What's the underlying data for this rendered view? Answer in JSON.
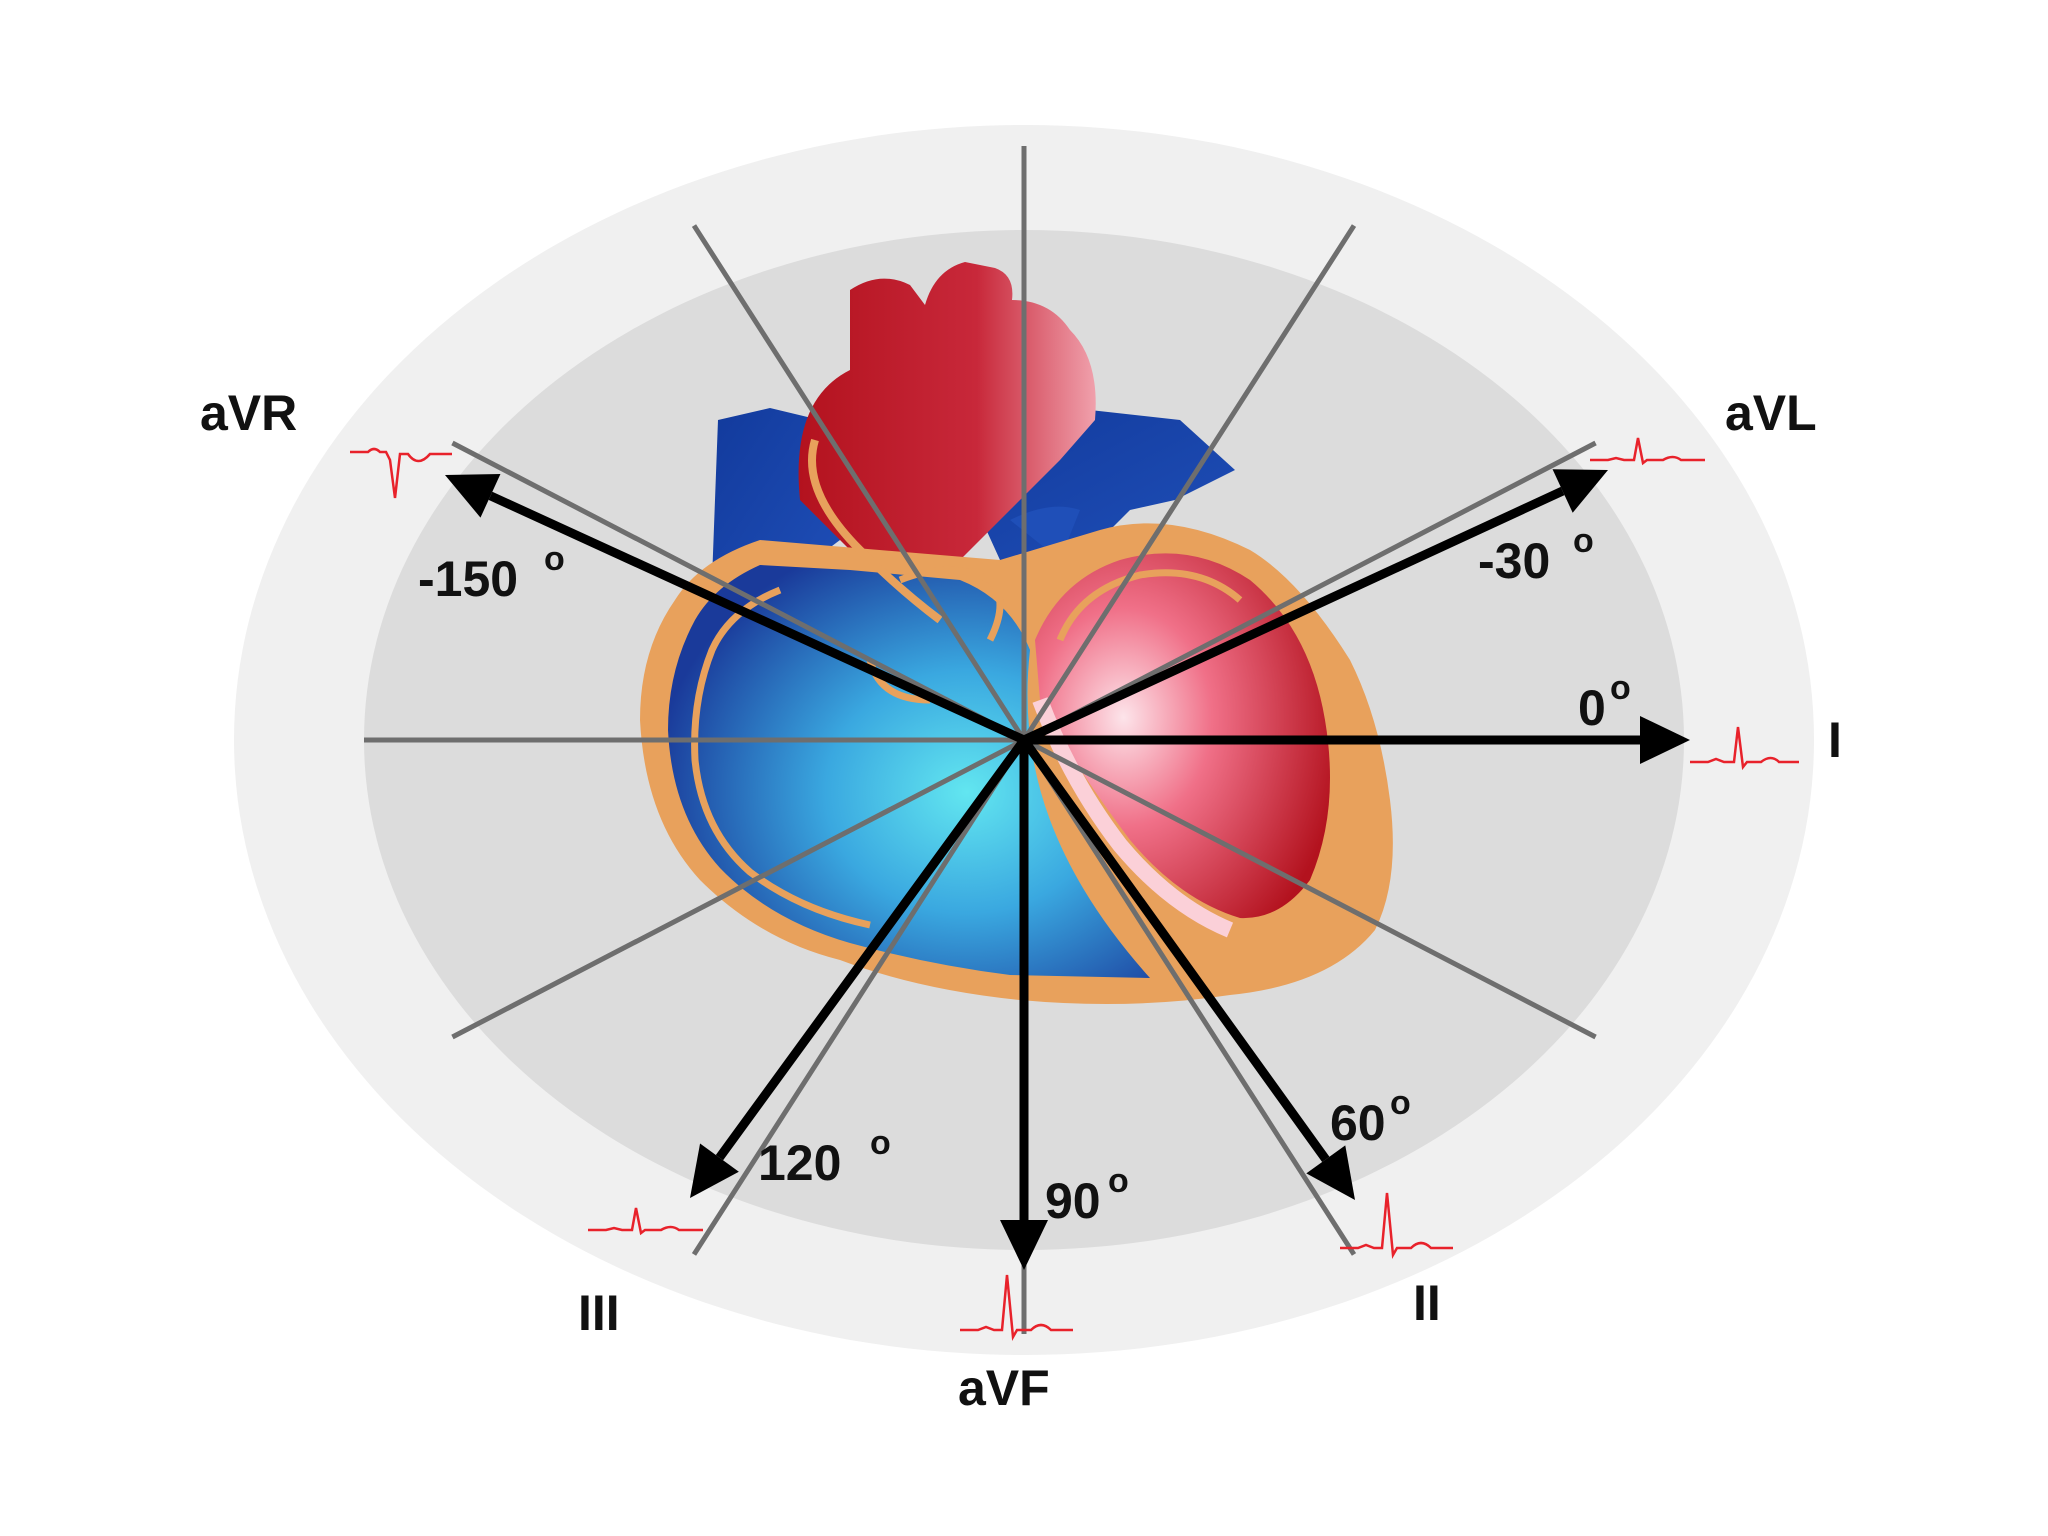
{
  "colors": {
    "outer_ellipse": "#f0f0f0",
    "inner_ellipse": "#dcdcdc",
    "ecg_trace": "#e8222b",
    "arrow": "#000000",
    "grid_line": "#6e6e6e",
    "heart_red": "#b3121e",
    "heart_pink": "#f7a6b6",
    "heart_blue": "#1a3a9a",
    "heart_cyan": "#5fe0ee",
    "heart_orange": "#e8a15c"
  },
  "leads": [
    {
      "id": "I",
      "label": "I",
      "angle_text": "0",
      "trace": "upright"
    },
    {
      "id": "II",
      "label": "II",
      "angle_text": "60",
      "trace": "tall"
    },
    {
      "id": "aVF",
      "label": "aVF",
      "angle_text": "90",
      "trace": "tall"
    },
    {
      "id": "III",
      "label": "III",
      "angle_text": "120",
      "trace": "small"
    },
    {
      "id": "aVR",
      "label": "aVR",
      "angle_text": "-150",
      "trace": "inverted"
    },
    {
      "id": "aVL",
      "label": "aVL",
      "angle_text": "-30",
      "trace": "small"
    }
  ],
  "degree_symbol": "o"
}
